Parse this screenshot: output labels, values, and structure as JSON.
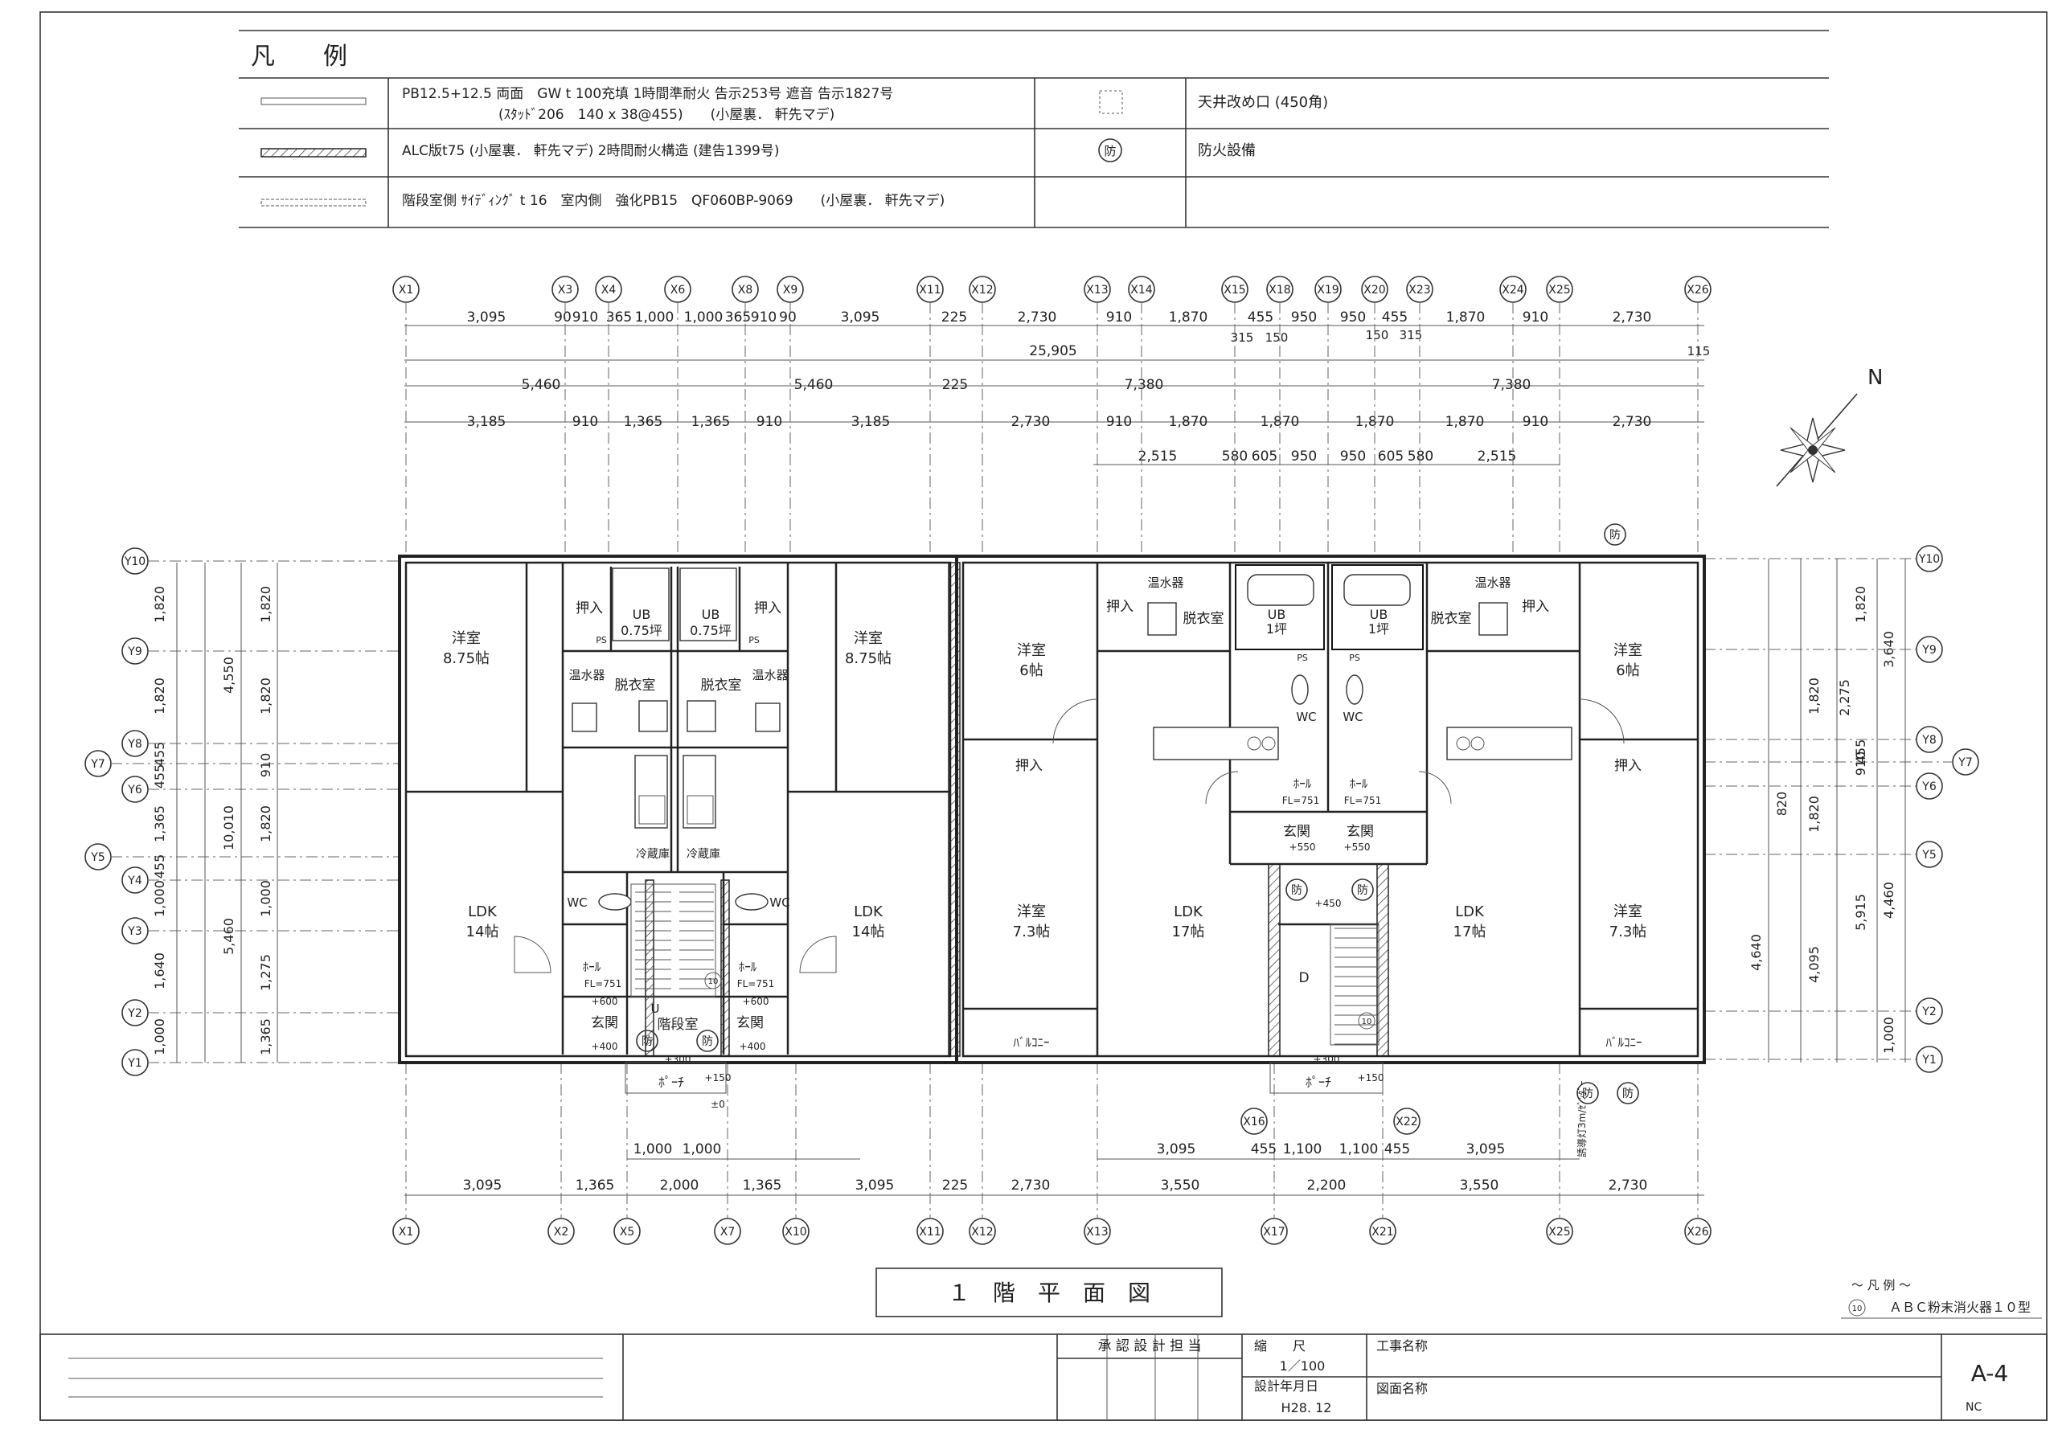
{
  "legend": {
    "title": "凡　　例",
    "rows": [
      {
        "line1": "PB12.5+12.5 両面　GW t 100充填 1時間準耐火 告示253号 遮音 告示1827号",
        "line2": "(ｽﾀｯﾄﾞ206　140 x 38@455)　　(小屋裏． 軒先マデ)",
        "symbol_label": "",
        "desc": "天井改め口 (450角)"
      },
      {
        "line1": "ALC版t75 (小屋裏． 軒先マデ) 2時間耐火構造 (建告1399号)",
        "line2": "",
        "symbol_label": "防",
        "desc": "防火設備"
      },
      {
        "line1": "階段室側 ｻｲﾃﾞｨﾝｸﾞ t 16　室内側　強化PB15　QF060BP-9069　　(小屋裏． 軒先マデ)",
        "line2": "",
        "symbol_label": "",
        "desc": ""
      }
    ]
  },
  "drawing_title": "１　階　平　面　図",
  "north_label": "N",
  "grid_top": [
    "X1",
    "X3",
    "X4",
    "X6",
    "X8",
    "X9",
    "X11",
    "X12",
    "X13",
    "X14",
    "X15",
    "X18",
    "X19",
    "X20",
    "X23",
    "X24",
    "X25",
    "X26"
  ],
  "grid_bottom": [
    "X1",
    "X2",
    "X5",
    "X7",
    "X10",
    "X11",
    "X12",
    "X13",
    "X17",
    "X21",
    "X25",
    "X26"
  ],
  "grid_mid": [
    "X16",
    "X22"
  ],
  "grid_left": [
    "Y10",
    "Y9",
    "Y8",
    "Y7",
    "Y6",
    "Y5",
    "Y4",
    "Y3",
    "Y2",
    "Y1"
  ],
  "grid_right": [
    "Y10",
    "Y9",
    "Y8",
    "Y7",
    "Y6",
    "Y5",
    "Y2",
    "Y1"
  ],
  "dims_top_row1": [
    "3,095",
    "90",
    "910",
    "365",
    "1,000",
    "1,000",
    "365",
    "910",
    "90",
    "3,095",
    "225",
    "2,730",
    "910",
    "1,870",
    "455",
    "950",
    "950",
    "455",
    "1,870",
    "910",
    "2,730"
  ],
  "dims_top_row1_sub": [
    "315",
    "150",
    "150",
    "315"
  ],
  "dims_top_total": "25,905",
  "dims_top_total_sub": "115",
  "dims_top_row3": [
    "5,460",
    "5,460",
    "225",
    "7,380",
    "7,380"
  ],
  "dims_top_row4": [
    "3,185",
    "910",
    "1,365",
    "1,365",
    "910",
    "3,185",
    "2,730",
    "910",
    "1,870",
    "1,870",
    "1,870",
    "1,870",
    "910",
    "2,730"
  ],
  "dims_top_row5": [
    "2,515",
    "580",
    "605",
    "950",
    "950",
    "605",
    "580",
    "2,515"
  ],
  "dims_bottom_row1": [
    "1,000",
    "1,000",
    "3,095",
    "455",
    "1,100",
    "1,100",
    "455",
    "3,095"
  ],
  "dims_bottom_row2": [
    "3,095",
    "1,365",
    "2,000",
    "1,365",
    "3,095",
    "225",
    "2,730",
    "3,550",
    "2,200",
    "3,550",
    "2,730"
  ],
  "dims_left": [
    "1,820",
    "1,820",
    "455",
    "455",
    "1,365",
    "455",
    "1,000",
    "1,640",
    "1,000"
  ],
  "dims_left2": [
    "4,550",
    "10,010",
    "5,460"
  ],
  "dims_left3": [
    "1,820",
    "1,820",
    "910",
    "1,820",
    "1,000",
    "1,275",
    "1,365"
  ],
  "dims_right": [
    "1,820",
    "1,820",
    "455",
    "820",
    "1,820",
    "910",
    "4,640",
    "4,095",
    "5,915",
    "4,460",
    "2,275",
    "3,640",
    "1,000"
  ],
  "rooms": [
    {
      "key": "r1",
      "name": "洋室",
      "sub": "8.75帖"
    },
    {
      "key": "r2",
      "name": "LDK",
      "sub": "14帖"
    },
    {
      "key": "r3",
      "name": "洋室",
      "sub": "8.75帖"
    },
    {
      "key": "r4",
      "name": "LDK",
      "sub": "14帖"
    },
    {
      "key": "r5",
      "name": "洋室",
      "sub": "6帖"
    },
    {
      "key": "r6",
      "name": "洋室",
      "sub": "7.3帖"
    },
    {
      "key": "r7",
      "name": "LDK",
      "sub": "17帖"
    },
    {
      "key": "r8",
      "name": "LDK",
      "sub": "17帖"
    },
    {
      "key": "r9",
      "name": "洋室",
      "sub": "6帖"
    },
    {
      "key": "r10",
      "name": "洋室",
      "sub": "7.3帖"
    }
  ],
  "labels": {
    "oshiire": "押入",
    "ub": "UB",
    "ub_075": "0.75坪",
    "ub_1": "1坪",
    "datsui": "脱衣室",
    "onsui": "温水器",
    "wc": "WC",
    "hall": "ﾎｰﾙ",
    "fl": "FL=751",
    "genkan": "玄関",
    "kaidan": "階段室",
    "reizo": "冷蔵庫",
    "porch": "ﾎﾟｰﾁ",
    "balcony": "ﾊﾞﾙｺﾆｰ",
    "ps": "PS",
    "bou": "防",
    "d": "D",
    "up": "U",
    "plus600": "+600",
    "plus400": "+400",
    "plus300": "+300",
    "plus150": "+150",
    "plus550": "+550",
    "plus450": "+450",
    "pm0": "±0",
    "ten": "10",
    "led": "誘導灯3m/ｾﾞﾝﾀﾞｰ"
  },
  "legend_small": {
    "title": "～ 凡 例 ～",
    "symbol": "10",
    "text": "ＡＢＣ粉末消火器１０型"
  },
  "titleblock": {
    "approve": "承 認 設 計 担 当",
    "scale_label": "縮　　尺",
    "scale": "1／100",
    "date_label": "設計年月日",
    "date": "H28. 12",
    "project_label": "工事名称",
    "drawing_label": "図面名称",
    "sheet_no": "A-4",
    "nc": "NC"
  }
}
